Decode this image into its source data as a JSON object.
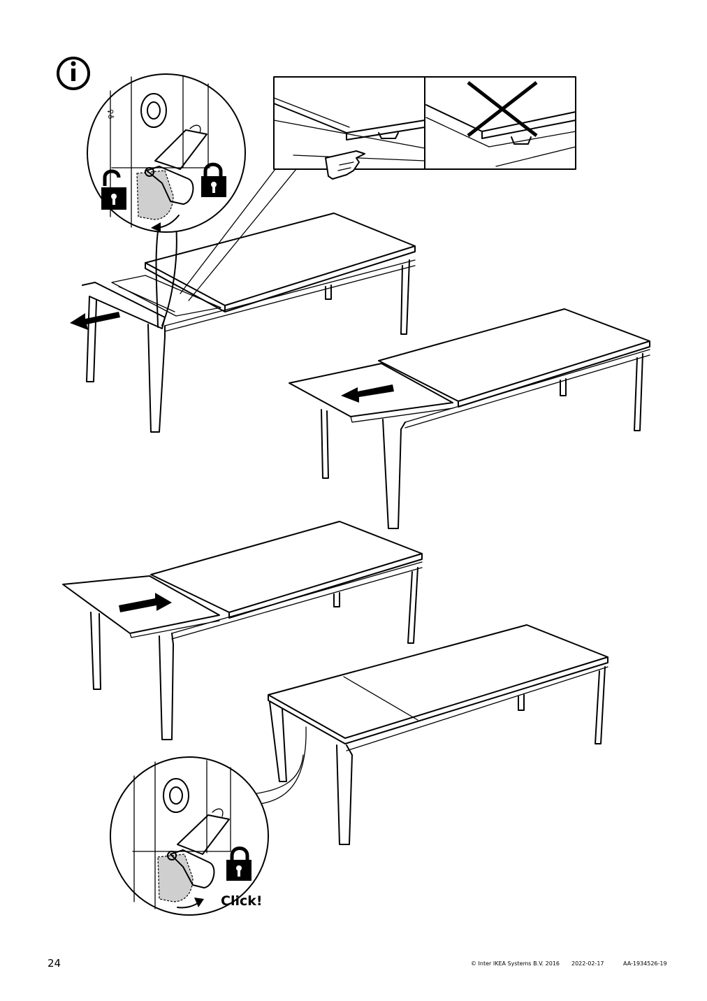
{
  "page": {
    "number": "24"
  },
  "callouts": {
    "click_label": "Click!"
  },
  "footer": {
    "copyright": "© Inter IKEA Systems B.V. 2016",
    "date": "2022-02-17",
    "doc_id": "AA-1934526-19"
  },
  "icons": {
    "info": "info-icon",
    "unlocked": "unlocked-padlock-icon",
    "locked": "locked-padlock-icon",
    "wrong": "cross-mark-icon",
    "hand": "pointing-hand-icon",
    "arrow": "direction-arrow-icon"
  }
}
